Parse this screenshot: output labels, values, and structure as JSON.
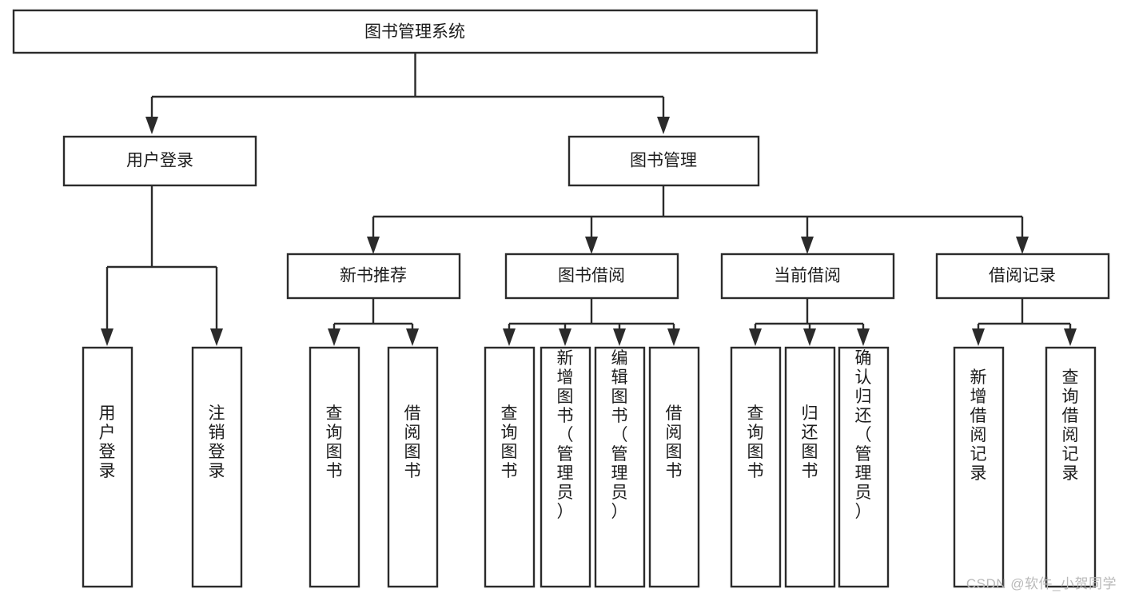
{
  "diagram": {
    "title": "图书管理系统",
    "type": "tree-hierarchy-chart",
    "watermark": "CSDN @软件_小贺同学",
    "accent_color": "#2b2b2b",
    "box_fill": "#ffffff",
    "levels": [
      {
        "level": 1,
        "nodes": [
          {
            "id": "root",
            "label": "图书管理系统",
            "orientation": "horizontal"
          }
        ]
      },
      {
        "level": 2,
        "nodes": [
          {
            "id": "user-login",
            "label": "用户登录",
            "orientation": "horizontal",
            "parent": "root"
          },
          {
            "id": "book-manage",
            "label": "图书管理",
            "orientation": "horizontal",
            "parent": "root"
          }
        ]
      },
      {
        "level": 3,
        "nodes": [
          {
            "id": "new-book-rec",
            "label": "新书推荐",
            "orientation": "horizontal",
            "parent": "book-manage"
          },
          {
            "id": "book-borrow",
            "label": "图书借阅",
            "orientation": "horizontal",
            "parent": "book-manage"
          },
          {
            "id": "current-borrow",
            "label": "当前借阅",
            "orientation": "horizontal",
            "parent": "book-manage"
          },
          {
            "id": "borrow-record",
            "label": "借阅记录",
            "orientation": "horizontal",
            "parent": "book-manage"
          }
        ]
      },
      {
        "level": 4,
        "nodes": [
          {
            "id": "leaf-user-login",
            "label": "用户登录",
            "orientation": "vertical",
            "parent": "user-login"
          },
          {
            "id": "leaf-logout",
            "label": "注销登录",
            "orientation": "vertical",
            "parent": "user-login"
          },
          {
            "id": "leaf-query-book-1",
            "label": "查询图书",
            "orientation": "vertical",
            "parent": "new-book-rec"
          },
          {
            "id": "leaf-borrow-book-1",
            "label": "借阅图书",
            "orientation": "vertical",
            "parent": "new-book-rec"
          },
          {
            "id": "leaf-query-book-2",
            "label": "查询图书",
            "orientation": "vertical",
            "parent": "book-borrow"
          },
          {
            "id": "leaf-add-book",
            "label": "新增图书（管理员）",
            "orientation": "vertical",
            "parent": "book-borrow"
          },
          {
            "id": "leaf-edit-book",
            "label": "编辑图书（管理员）",
            "orientation": "vertical",
            "parent": "book-borrow"
          },
          {
            "id": "leaf-borrow-book-2",
            "label": "借阅图书",
            "orientation": "vertical",
            "parent": "book-borrow"
          },
          {
            "id": "leaf-query-book-3",
            "label": "查询图书",
            "orientation": "vertical",
            "parent": "current-borrow"
          },
          {
            "id": "leaf-return-book",
            "label": "归还图书",
            "orientation": "vertical",
            "parent": "current-borrow"
          },
          {
            "id": "leaf-confirm-return",
            "label": "确认归还（管理员）",
            "orientation": "vertical",
            "parent": "current-borrow"
          },
          {
            "id": "leaf-add-record",
            "label": "新增借阅记录",
            "orientation": "vertical",
            "parent": "borrow-record"
          },
          {
            "id": "leaf-query-record",
            "label": "查询借阅记录",
            "orientation": "vertical",
            "parent": "borrow-record"
          }
        ]
      }
    ]
  }
}
